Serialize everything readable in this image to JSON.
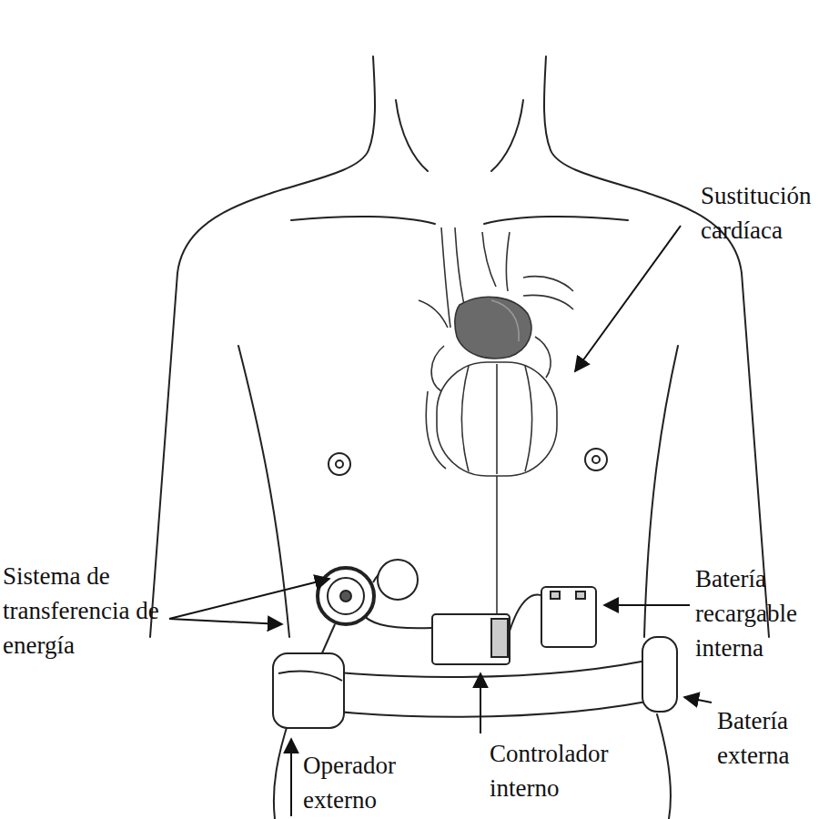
{
  "diagram": {
    "labels": [
      "Sustitución cardíaca",
      "Sistema de transferencia de energía",
      "Batería recargable interna",
      "Controlador interno",
      "Batería externa",
      "Operador externo"
    ]
  }
}
